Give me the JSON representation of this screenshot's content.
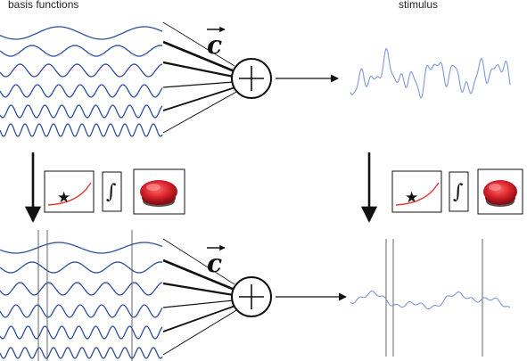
{
  "labels": {
    "basis_functions": "basis functions",
    "stimulus": "stimulus",
    "weight_vector": "c",
    "integral_symbol": "∫"
  },
  "colors": {
    "basis_wave": "#2f4f9e",
    "stimulus_trace": "#7f97d8",
    "nonlinearity_curve": "#e23a3a",
    "button_red": "#d6202a",
    "spike_line": "#555555"
  },
  "icons": [
    "plus-in-circle-icon",
    "star-icon",
    "integral-icon",
    "red-button-icon",
    "vector-arrow-icon"
  ]
}
